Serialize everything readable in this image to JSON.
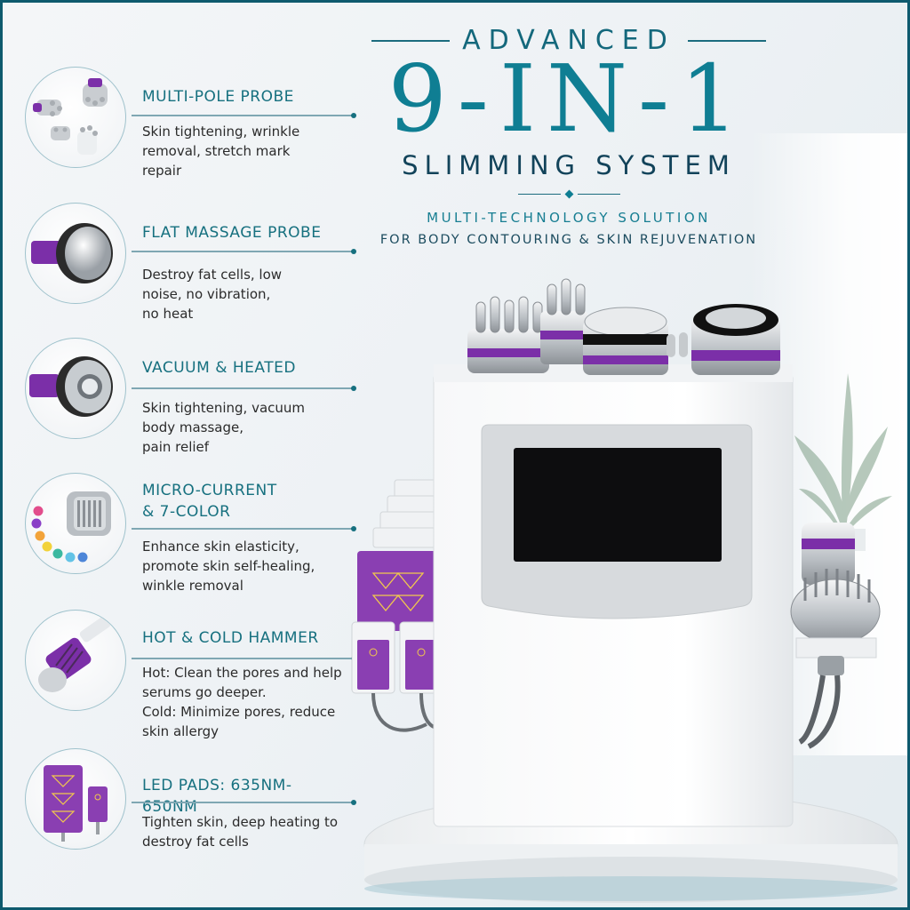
{
  "header": {
    "advanced": "ADVANCED",
    "title": "9-IN-1",
    "subtitle": "SLIMMING SYSTEM",
    "tagline_1": "MULTI-TECHNOLOGY SOLUTION",
    "tagline_2": "FOR BODY CONTOURING & SKIN REJUVENATION"
  },
  "features": [
    {
      "title": "MULTI-POLE PROBE",
      "description_lines": [
        "Skin tightening, wrinkle",
        "removal, stretch mark",
        "repair"
      ],
      "icon": "multi-pole-probe-icon"
    },
    {
      "title": "FLAT MASSAGE PROBE",
      "description_lines": [
        "Destroy fat cells, low",
        "noise, no vibration,",
        "no heat"
      ],
      "icon": "flat-massage-probe-icon"
    },
    {
      "title": "VACUUM & HEATED",
      "description_lines": [
        "Skin tightening, vacuum",
        "body massage,",
        "pain relief"
      ],
      "icon": "vacuum-probe-icon"
    },
    {
      "title_lines": [
        "MICRO-CURRENT",
        "& 7-COLOR"
      ],
      "description_lines": [
        "Enhance skin elasticity,",
        "promote skin self-healing,",
        "winkle removal"
      ],
      "icon": "micro-current-probe-icon"
    },
    {
      "title": "HOT & COLD HAMMER",
      "description_lines": [
        "Hot: Clean the pores and help",
        "serums go deeper.",
        "Cold: Minimize pores, reduce",
        "skin allergy"
      ],
      "icon": "hot-cold-hammer-icon"
    },
    {
      "title": "LED PADS: 635NM-650NM",
      "description_lines": [
        "Tighten skin, deep heating to",
        "destroy fat cells"
      ],
      "icon": "led-pads-icon"
    }
  ],
  "colors": {
    "accent_teal": "#0f7e93",
    "dark_navy": "#12435a",
    "probe_purple": "#7b2fa8",
    "frame": "#0e5a6e"
  },
  "led_colors": [
    "#e24d8c",
    "#8a3fc7",
    "#f2a33a",
    "#f2d23a",
    "#3cb8a0",
    "#63c3e6",
    "#4d86d8"
  ]
}
